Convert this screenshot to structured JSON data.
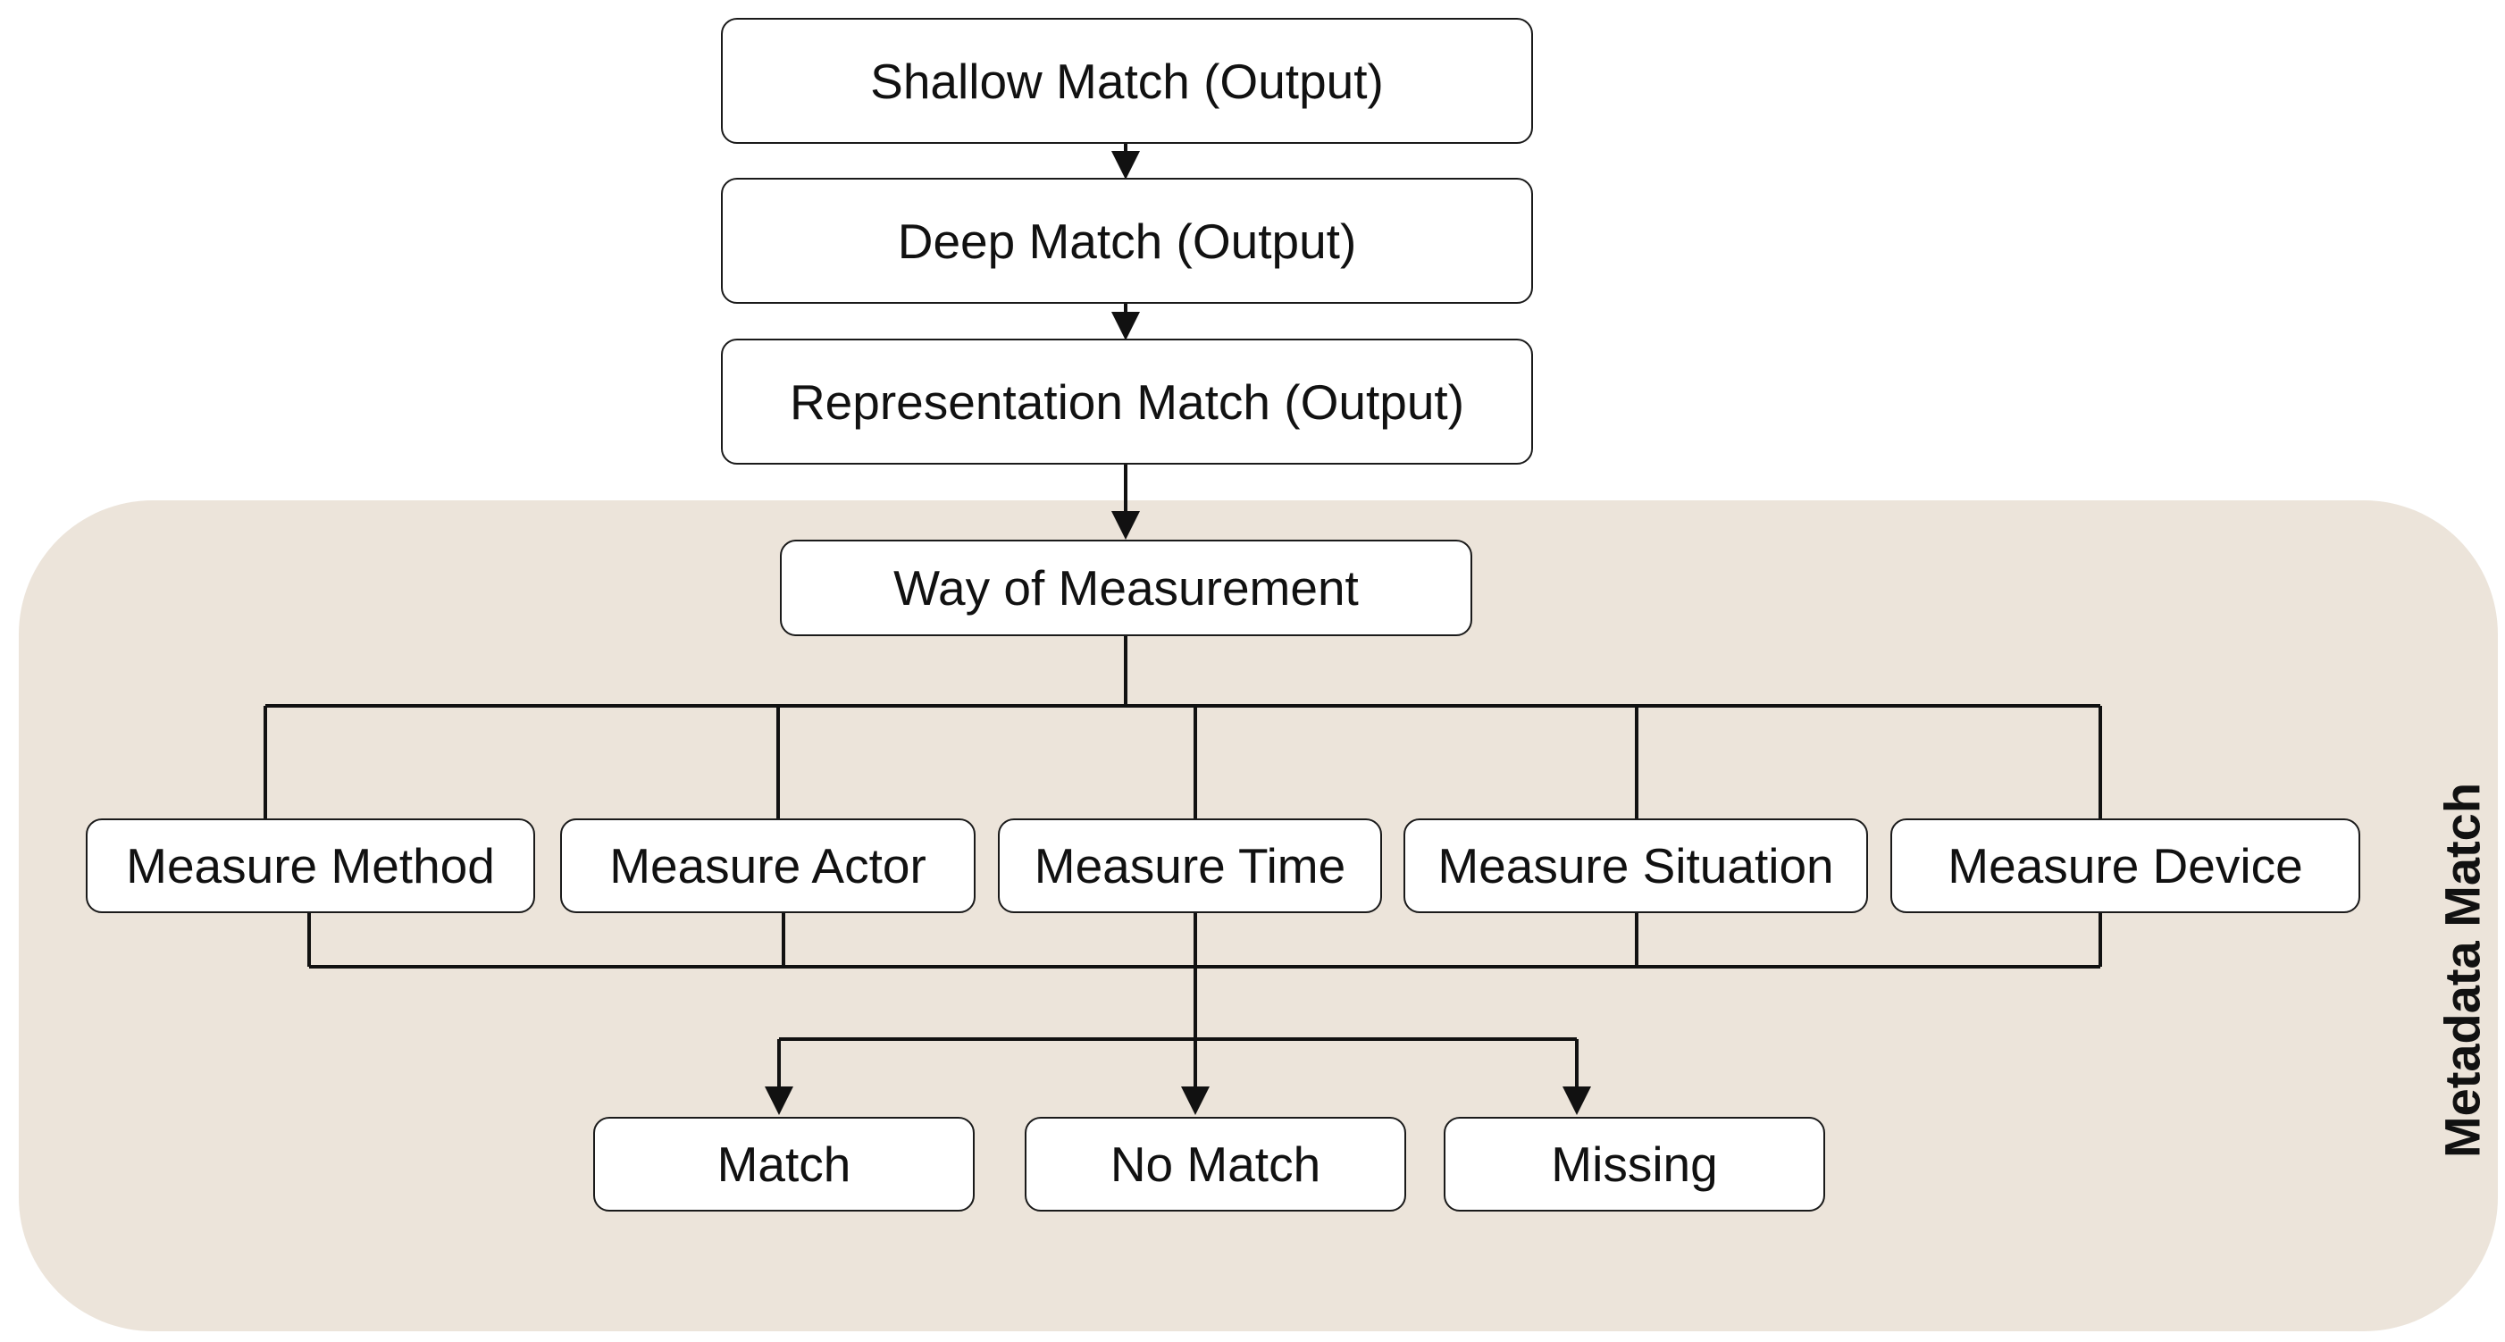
{
  "nodes": {
    "shallow_match": "Shallow Match (Output)",
    "deep_match": "Deep Match (Output)",
    "representation_match": "Representation Match (Output)",
    "way_of_measurement": "Way of Measurement",
    "measure_method": "Measure Method",
    "measure_actor": "Measure Actor",
    "measure_time": "Measure Time",
    "measure_situation": "Measure Situation",
    "measure_device": "Measure Device",
    "match": "Match",
    "no_match": "No Match",
    "missing": "Missing"
  },
  "panel": {
    "label": "Metadata Match",
    "color": "#ece4da"
  }
}
